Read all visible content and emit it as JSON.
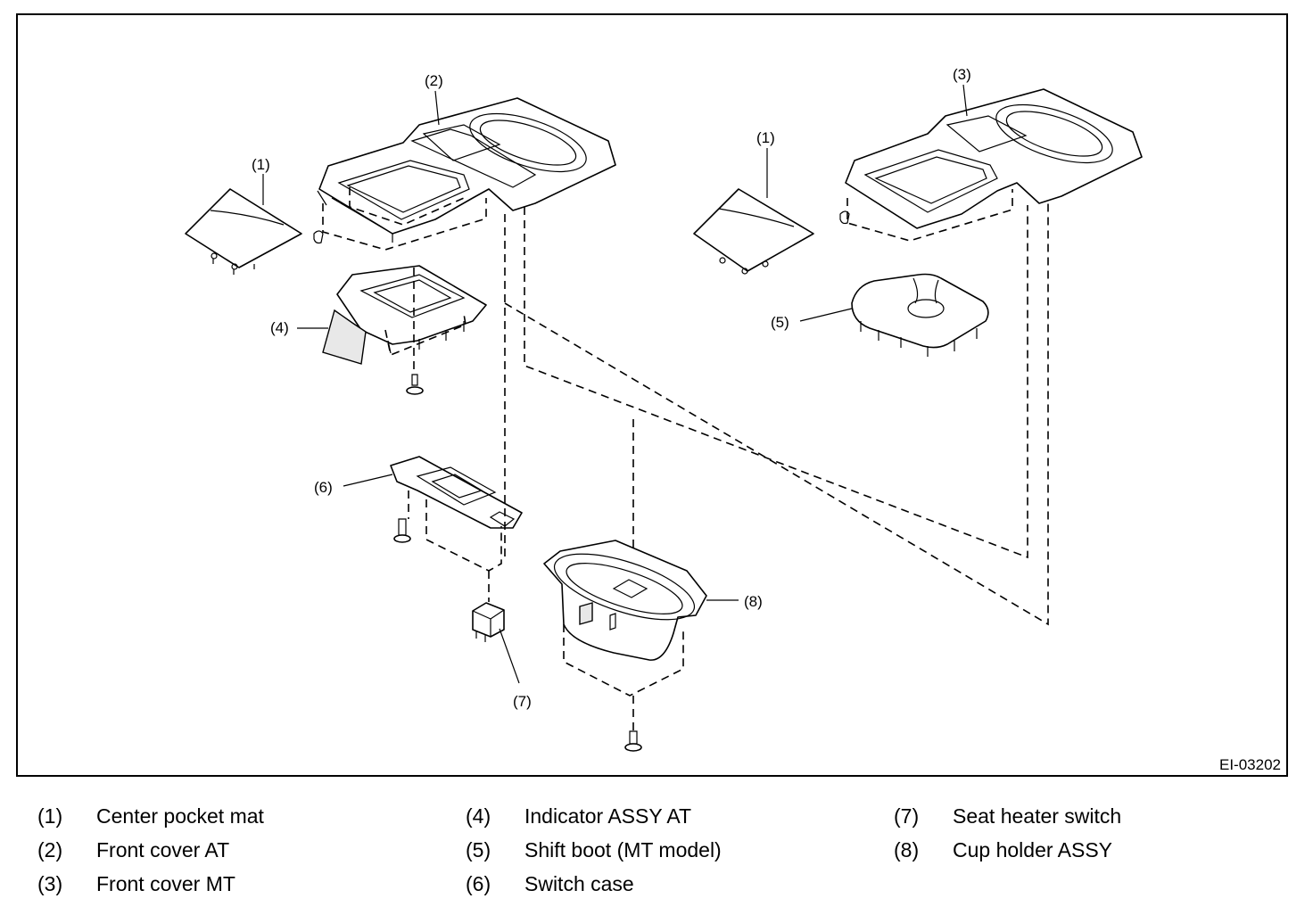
{
  "figure_id": "EI-03202",
  "callouts": {
    "c1a": "(1)",
    "c2": "(2)",
    "c1b": "(1)",
    "c3": "(3)",
    "c4": "(4)",
    "c5": "(5)",
    "c6": "(6)",
    "c7": "(7)",
    "c8": "(8)"
  },
  "legend": [
    {
      "num": "(1)",
      "text": "Center pocket mat"
    },
    {
      "num": "(2)",
      "text": "Front cover AT"
    },
    {
      "num": "(3)",
      "text": "Front cover MT"
    },
    {
      "num": "(4)",
      "text": "Indicator ASSY AT"
    },
    {
      "num": "(5)",
      "text": "Shift boot (MT model)"
    },
    {
      "num": "(6)",
      "text": "Switch case"
    },
    {
      "num": "(7)",
      "text": "Seat heater switch"
    },
    {
      "num": "(8)",
      "text": "Cup holder ASSY"
    }
  ]
}
